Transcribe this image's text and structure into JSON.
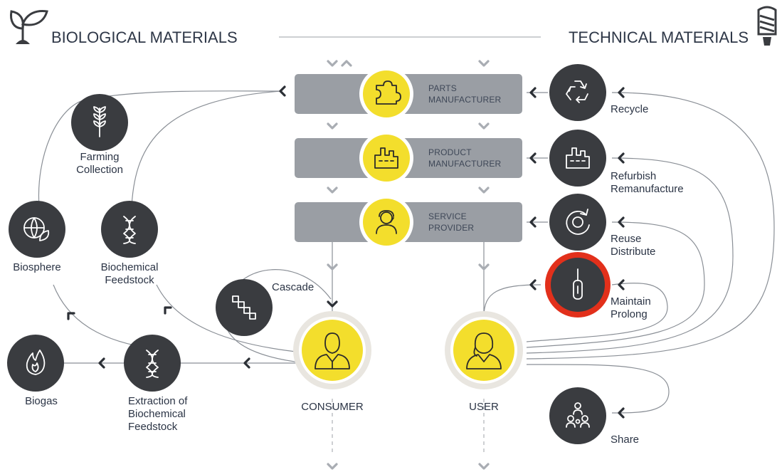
{
  "header": {
    "left_title": "BIOLOGICAL MATERIALS",
    "right_title": "TECHNICAL MATERIALS",
    "left_icon": "plant-icon",
    "right_icon": "light-bulb-icon"
  },
  "stages": [
    {
      "line1": "PARTS",
      "line2": "MANUFACTURER",
      "icon": "puzzle-piece-icon"
    },
    {
      "line1": "PRODUCT",
      "line2": "MANUFACTURER",
      "icon": "factory-icon"
    },
    {
      "line1": "SERVICE",
      "line2": "PROVIDER",
      "icon": "service-person-icon"
    }
  ],
  "biological": {
    "farming": {
      "line1": "Farming",
      "line2": "Collection",
      "icon": "wheat-icon"
    },
    "biosphere": {
      "label": "Biosphere",
      "icon": "globe-leaf-icon"
    },
    "biochemical": {
      "line1": "Biochemical",
      "line2": "Feedstock",
      "icon": "dna-icon"
    },
    "cascade": {
      "label": "Cascade",
      "icon": "cascade-icon"
    },
    "biogas": {
      "label": "Biogas",
      "icon": "flame-icon"
    },
    "extraction": {
      "line1": "Extraction of",
      "line2": "Biochemical",
      "line3": "Feedstock",
      "icon": "dna-icon"
    },
    "consumer": {
      "label": "CONSUMER",
      "icon": "consumer-person-icon"
    }
  },
  "technical": {
    "recycle": {
      "label": "Recycle",
      "icon": "recycle-icon"
    },
    "refurbish": {
      "line1": "Refurbish",
      "line2": "Remanufacture",
      "icon": "factory-icon"
    },
    "reuse": {
      "line1": "Reuse",
      "line2": "Distribute",
      "icon": "redistribute-icon"
    },
    "maintain": {
      "line1": "Maintain",
      "line2": "Prolong",
      "icon": "screwdriver-icon",
      "highlighted": true
    },
    "share": {
      "label": "Share",
      "icon": "people-group-icon"
    },
    "user": {
      "label": "USER",
      "icon": "user-person-icon"
    }
  },
  "colors": {
    "yellow": "#f3de2c",
    "dark_node": "#3a3c40",
    "stage_bar": "#9a9ea4",
    "highlight_ring": "#e2301b",
    "text": "#2b3445"
  }
}
